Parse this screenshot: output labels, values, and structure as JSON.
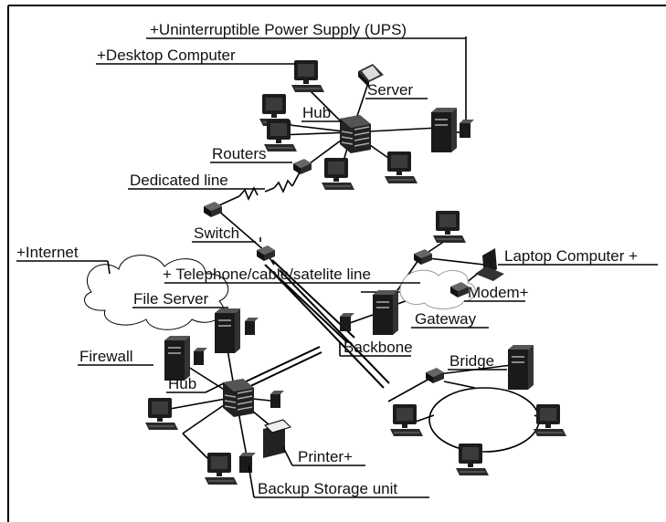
{
  "labels": {
    "ups": "+Uninterruptible Power Supply (UPS)",
    "desktop": "+Desktop Computer",
    "server": "Server",
    "hub_top": "Hub",
    "routers": "Routers",
    "dedicated": "Dedicated line",
    "switch": "Switch",
    "internet": "+Internet",
    "telephone": "+ Telephone/cable/satelite line",
    "laptop": "Laptop Computer +",
    "modem": "Modem+",
    "file_server": "File Server",
    "gateway": "Gateway",
    "firewall": "Firewall",
    "backbone": "Backbone",
    "bridge": "Bridge",
    "hub_bottom": "Hub",
    "printer": "Printer+",
    "backup": "Backup Storage unit"
  }
}
